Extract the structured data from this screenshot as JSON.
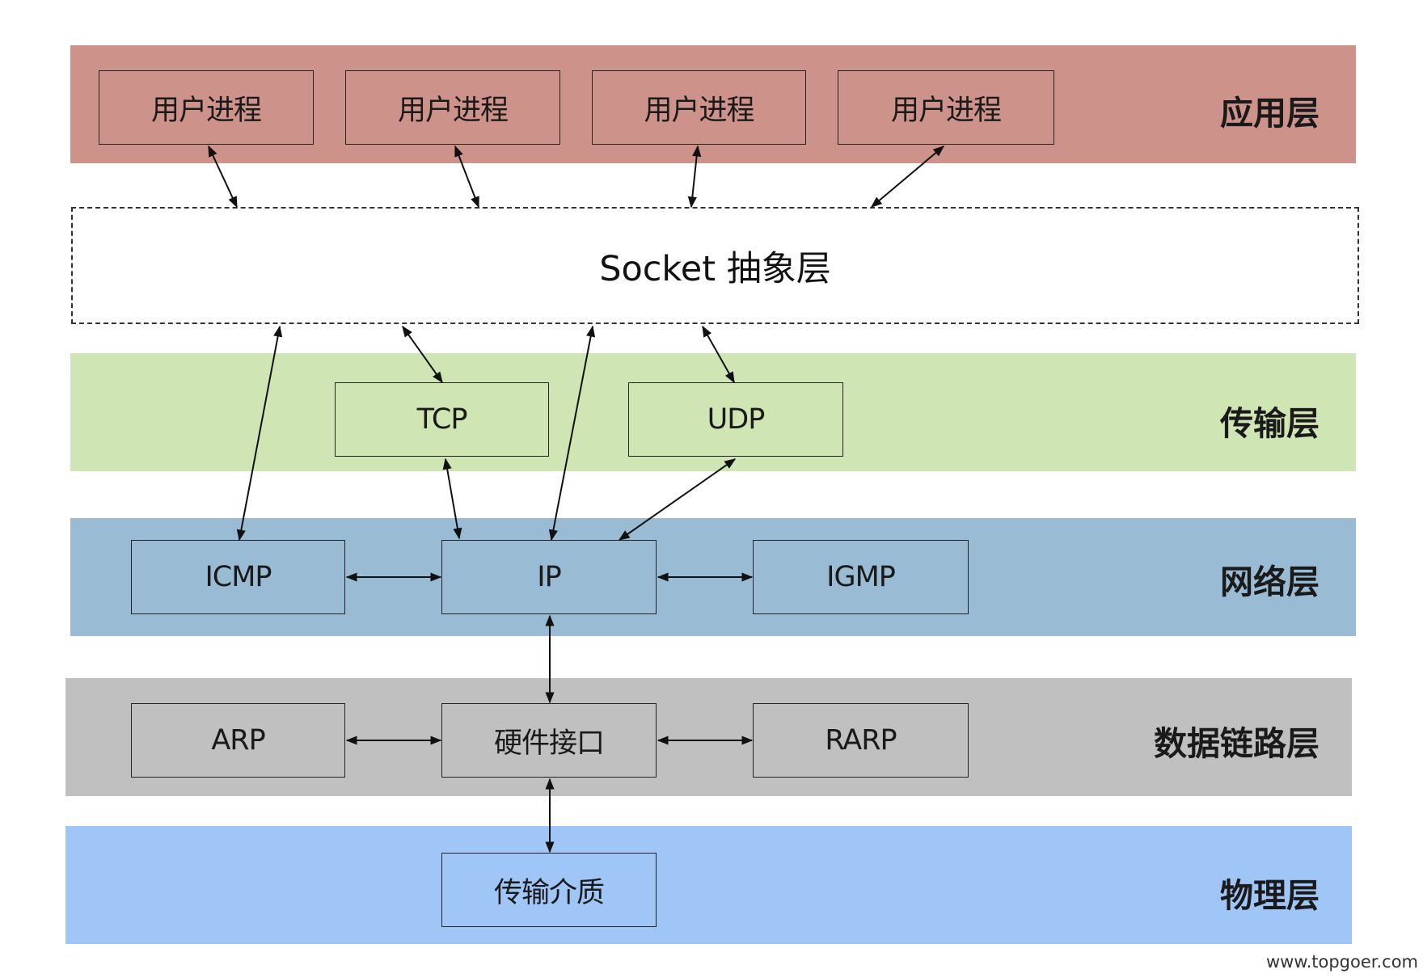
{
  "layers": {
    "application": "应用层",
    "transport": "传输层",
    "network": "网络层",
    "datalink": "数据链路层",
    "physical": "物理层"
  },
  "socket_layer": "Socket 抽象层",
  "application_boxes": [
    "用户进程",
    "用户进程",
    "用户进程",
    "用户进程"
  ],
  "transport_boxes": {
    "tcp": "TCP",
    "udp": "UDP"
  },
  "network_boxes": {
    "icmp": "ICMP",
    "ip": "IP",
    "igmp": "IGMP"
  },
  "datalink_boxes": {
    "arp": "ARP",
    "hardware": "硬件接口",
    "rarp": "RARP"
  },
  "physical_boxes": {
    "medium": "传输介质"
  },
  "colors": {
    "application": "#cd928a",
    "transport": "#cfe5b3",
    "network": "#99bcd4",
    "datalink": "#c0c0c0",
    "physical": "#9fc6f7"
  },
  "watermark": "www.topgoer.com"
}
